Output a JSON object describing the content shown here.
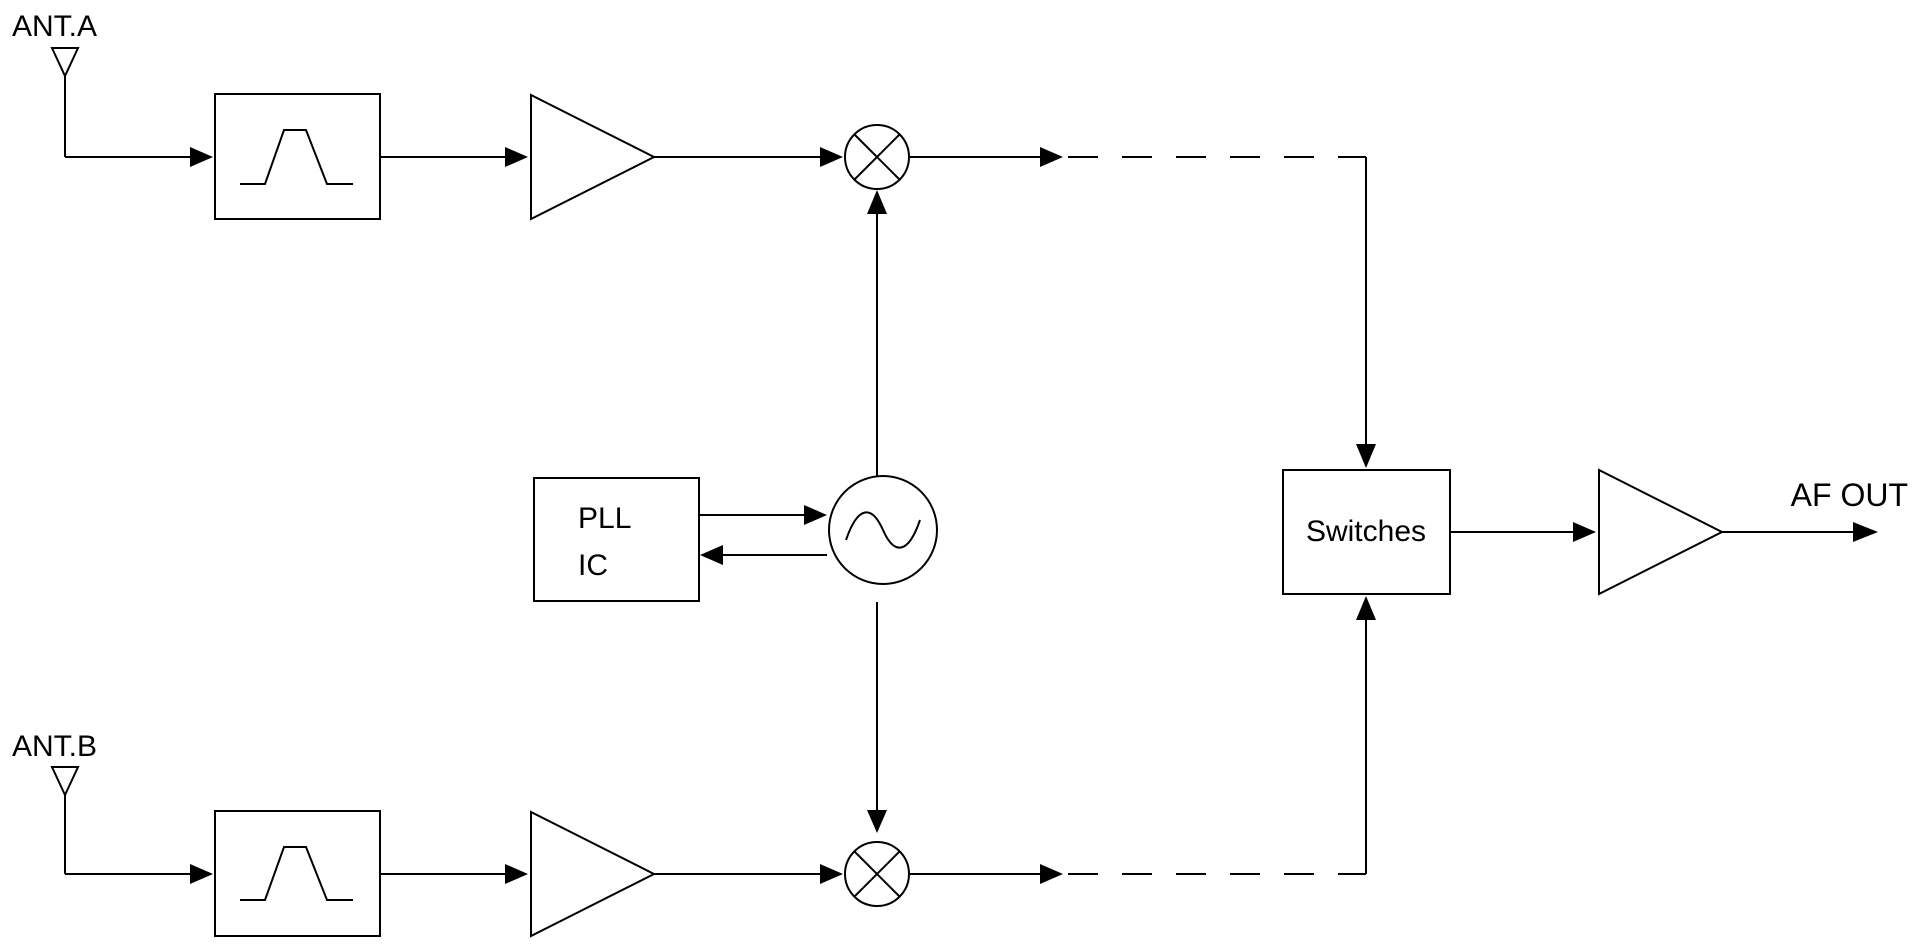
{
  "labels": {
    "antenna_a": "ANT.A",
    "antenna_b": "ANT.B",
    "pll_line1": "PLL",
    "pll_line2": "IC",
    "switches": "Switches",
    "output": "AF OUT"
  },
  "icons": {
    "antenna": "antenna-triangle-icon",
    "bandpass_filter": "bandpass-filter-icon",
    "amplifier": "amplifier-triangle-icon",
    "mixer": "mixer-circle-x-icon",
    "oscillator": "oscillator-sine-icon"
  },
  "colors": {
    "line": "#000000",
    "background": "#ffffff"
  }
}
